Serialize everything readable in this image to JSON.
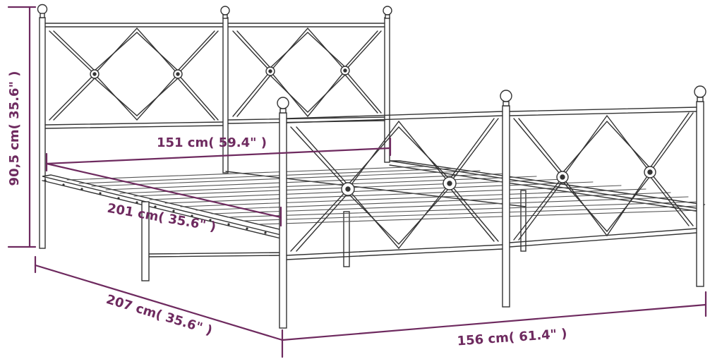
{
  "colors": {
    "dimension": "#6e2a5f",
    "frame": "#333333",
    "background": "#ffffff"
  },
  "dimensions": {
    "height_label": "90,5 cm( 35.6\" )",
    "headboard_width_label": "151 cm( 59.4\" )",
    "inner_length_label": "201 cm( 35.6\" )",
    "total_length_label": "207 cm( 35.6\" )",
    "total_width_label": "156 cm( 61.4\" )"
  }
}
